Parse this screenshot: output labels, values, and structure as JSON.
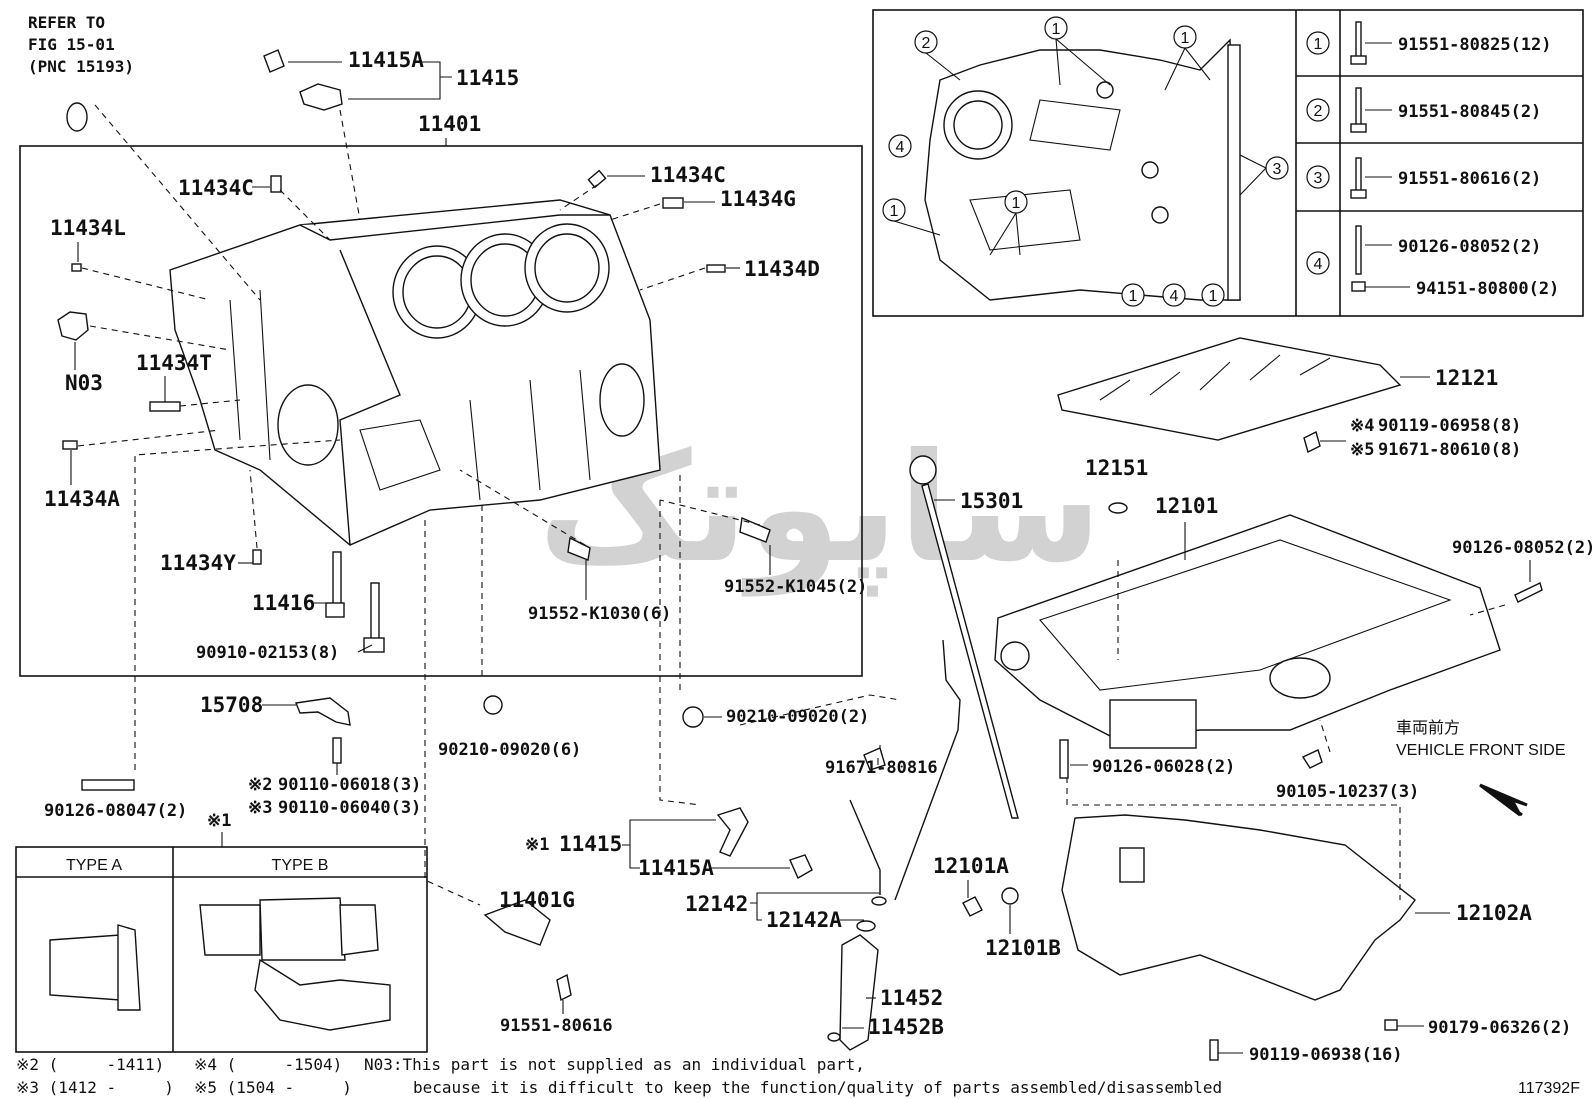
{
  "header_note": {
    "line1": "REFER TO",
    "line2": "FIG 15-01",
    "line3": "(PNC 15193)"
  },
  "figure_id": "117392F",
  "watermark": {
    "text": "ساپوتک",
    "color": "#bdbdbd"
  },
  "parts": {
    "p11415A_top": "11415A",
    "p11415_top": "11415",
    "p11401": "11401",
    "p11434C_left": "11434C",
    "p11434C_right": "11434C",
    "p11434G": "11434G",
    "p11434L": "11434L",
    "p11434D": "11434D",
    "pN03": "N03",
    "p11434T": "11434T",
    "p11434A": "11434A",
    "p11434Y": "11434Y",
    "p11416": "11416",
    "p90910": "90910-02153(8)",
    "p91552_1030": "91552-K1030(6)",
    "p91552_1045": "91552-K1045(2)",
    "p15708": "15708",
    "p90110_18": "90110-06018(3)",
    "p90110_40": "90110-06040(3)",
    "mark2": "※2",
    "mark3": "※3",
    "p90210_6": "90210-09020(6)",
    "p90210_2": "90210-09020(2)",
    "p91671_816": "91671-80816",
    "p90126_047": "90126-08047(2)",
    "mark1_type": "※1",
    "p11415_mid": "11415",
    "mark1_mid": "※1",
    "p11415A_mid": "11415A",
    "p12142": "12142",
    "p12142A": "12142A",
    "p11401G": "11401G",
    "p91551_616": "91551-80616",
    "p11452": "11452",
    "p11452B": "11452B",
    "p15301": "15301",
    "p12151": "12151",
    "p12101": "12101",
    "p12121": "12121",
    "p90119_958": "90119-06958(8)",
    "p91671_610": "91671-80610(8)",
    "mark4": "※4",
    "mark5": "※5",
    "p90126_052_r": "90126-08052(2)",
    "p90126_028": "90126-06028(2)",
    "p90105": "90105-10237(3)",
    "p12101A": "12101A",
    "p12101B": "12101B",
    "p12102A": "12102A",
    "p90119_938": "90119-06938(16)",
    "p90179": "90179-06326(2)"
  },
  "vehicle_front": {
    "jp": "車両前方",
    "en": "VEHICLE FRONT SIDE"
  },
  "type_box": {
    "type_a": "TYPE A",
    "type_b": "TYPE B"
  },
  "legend_table": [
    {
      "num": "1",
      "part": "91551-80825(12)"
    },
    {
      "num": "2",
      "part": "91551-80845(2)"
    },
    {
      "num": "3",
      "part": "91551-80616(2)"
    },
    {
      "num": "4",
      "part": "90126-08052(2)",
      "part2": "94151-80800(2)"
    }
  ],
  "inset_callouts": [
    "2",
    "1",
    "1",
    "4",
    "1",
    "1",
    "3",
    "1",
    "4",
    "1"
  ],
  "footnotes": {
    "n2": "※2 (     -1411)",
    "n3": "※3 (1412 -     )",
    "n4": "※4 (     -1504)",
    "n5": "※5 (1504 -     )",
    "n03_line1": "N03:This part is not supplied as an individual part,",
    "n03_line2": "because it is difficult to keep the function/quality of parts assembled/disassembled"
  }
}
